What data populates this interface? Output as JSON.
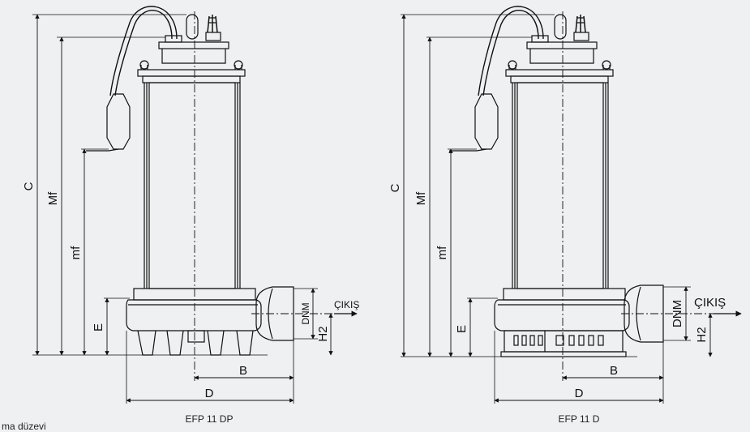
{
  "colors": {
    "background": "#eef0f1",
    "line": "#111111",
    "accent": "#b5181c"
  },
  "note_text": "ma düzevi",
  "drawings": [
    {
      "caption": "EFP 11 DP",
      "labels": {
        "c": "C",
        "mf_upper": "Mf",
        "mf_lower": "mf",
        "e": "E",
        "dnm": "DNM",
        "h2": "H2",
        "outlet": "ÇIKIŞ",
        "b": "B",
        "d": "D"
      }
    },
    {
      "caption": "EFP 11 D",
      "labels": {
        "c": "C",
        "mf_upper": "Mf",
        "mf_lower": "mf",
        "e": "E",
        "dnm": "DNM",
        "h2": "H2",
        "outlet": "ÇIKIŞ",
        "b": "B",
        "d": "D"
      }
    }
  ]
}
